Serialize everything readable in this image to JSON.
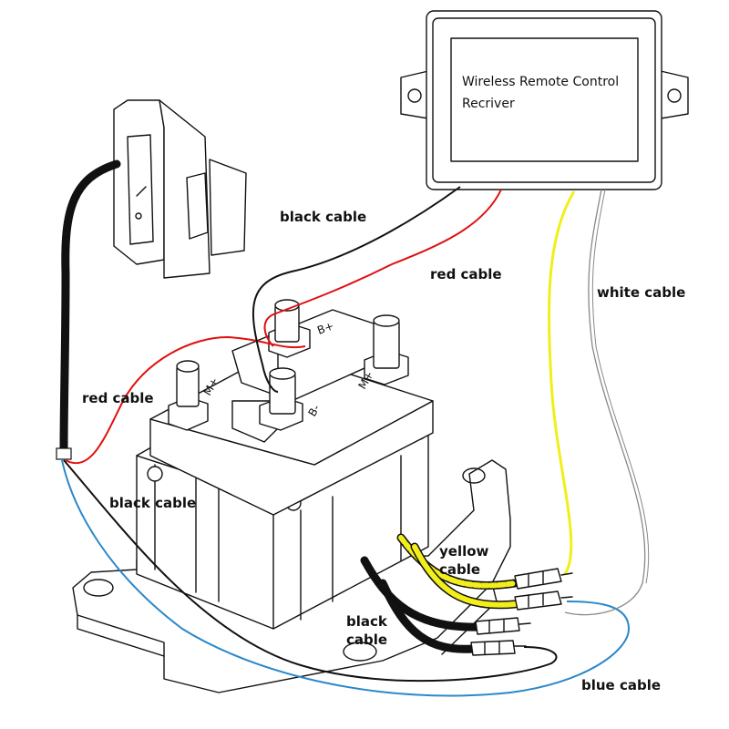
{
  "receiver": {
    "title_line1": "Wireless Remote Control",
    "title_line2": "Recriver"
  },
  "terminals": {
    "b_plus": "B+",
    "b_minus": "B-",
    "m_plus_left": "M+",
    "m_plus_right": "M+"
  },
  "labels": {
    "black_cable_top": "black cable",
    "red_cable_top": "red cable",
    "white_cable": "white cable",
    "red_cable_left": "red cable",
    "black_cable_left": "black cable",
    "yellow_cable_line1": "yellow",
    "yellow_cable_line2": "cable",
    "black_cable_bottom_line1": "black",
    "black_cable_bottom_line2": "cable",
    "blue_cable": "blue cable"
  },
  "colors": {
    "red_wire": "#e01010",
    "black_wire": "#111111",
    "yellow_wire": "#f2ee1a",
    "blue_wire": "#2a88c8",
    "white_wire": "#888888"
  }
}
